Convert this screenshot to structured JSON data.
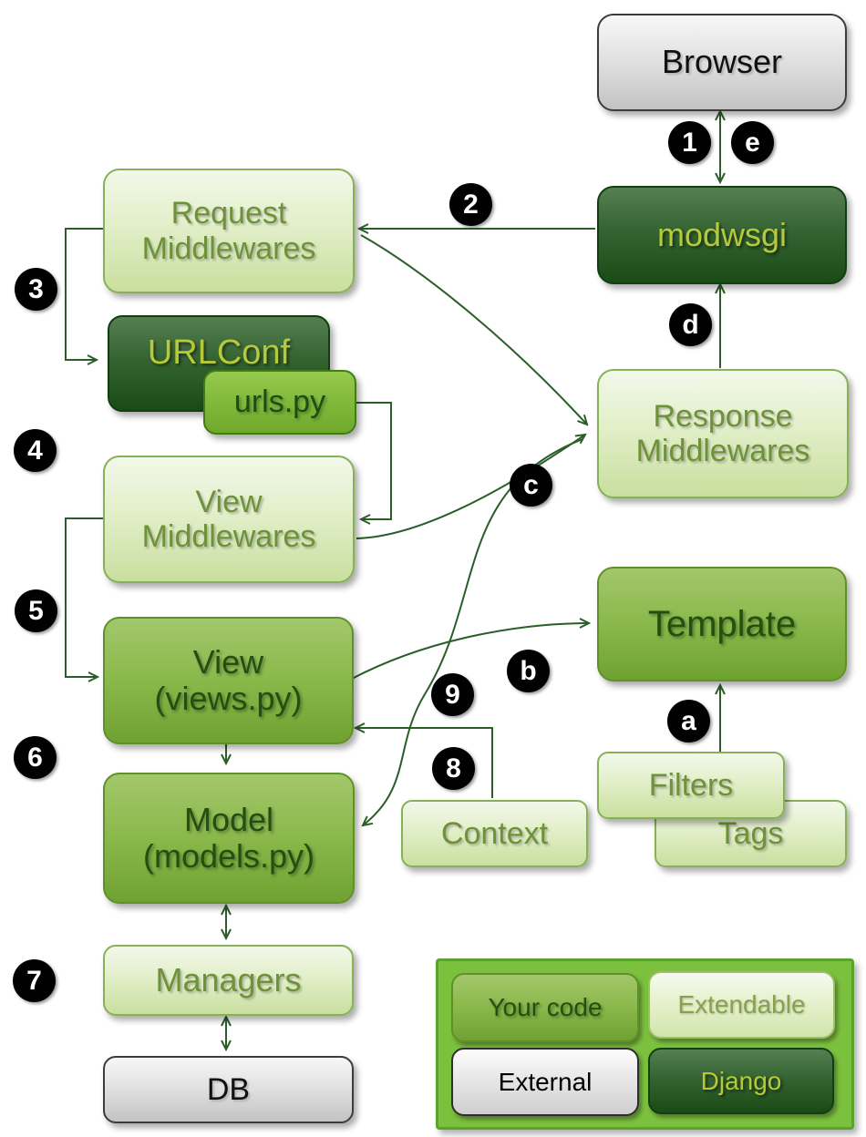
{
  "nodes": {
    "browser": {
      "label": "Browser"
    },
    "modwsgi": {
      "label": "modwsgi"
    },
    "request_mw": {
      "line1": "Request",
      "line2": "Middlewares"
    },
    "urlconf": {
      "label": "URLConf"
    },
    "urlspy": {
      "label": "urls.py"
    },
    "view_mw": {
      "line1": "View",
      "line2": "Middlewares"
    },
    "view": {
      "line1": "View",
      "line2": "(views.py)"
    },
    "model": {
      "line1": "Model",
      "line2": "(models.py)"
    },
    "managers": {
      "label": "Managers"
    },
    "db": {
      "label": "DB"
    },
    "response_mw": {
      "line1": "Response",
      "line2": "Middlewares"
    },
    "template": {
      "label": "Template"
    },
    "filters": {
      "label": "Filters"
    },
    "tags": {
      "label": "Tags"
    },
    "context": {
      "label": "Context"
    }
  },
  "steps": {
    "s1": "1",
    "s2": "2",
    "s3": "3",
    "s4": "4",
    "s5": "5",
    "s6": "6",
    "s7": "7",
    "s8": "8",
    "s9": "9",
    "sa": "a",
    "sb": "b",
    "sc": "c",
    "sd": "d",
    "se": "e"
  },
  "legend": {
    "items": [
      {
        "label": "Your code",
        "kind": "your-code"
      },
      {
        "label": "Extendable",
        "kind": "extendable"
      },
      {
        "label": "External",
        "kind": "external"
      },
      {
        "label": "Django",
        "kind": "django"
      }
    ]
  },
  "colors": {
    "arrow": "#2b5d29",
    "badge_bg": "#010101",
    "badge_text": "#ffffff",
    "light_box_top": "#f2f8ea",
    "light_box_bottom": "#c9df9f",
    "light_box_text": "#6e9238",
    "medium_box_top": "#a3c76c",
    "medium_box_bottom": "#6fa232",
    "medium_box_text": "#235010",
    "dark_box_top": "#567f52",
    "dark_box_bottom": "#1a4b15",
    "dark_box_text": "#b6ca39",
    "gray_box_top": "#f7f7f7",
    "gray_box_bottom": "#c3c3c3",
    "legend_bg": "#7cc13e"
  }
}
